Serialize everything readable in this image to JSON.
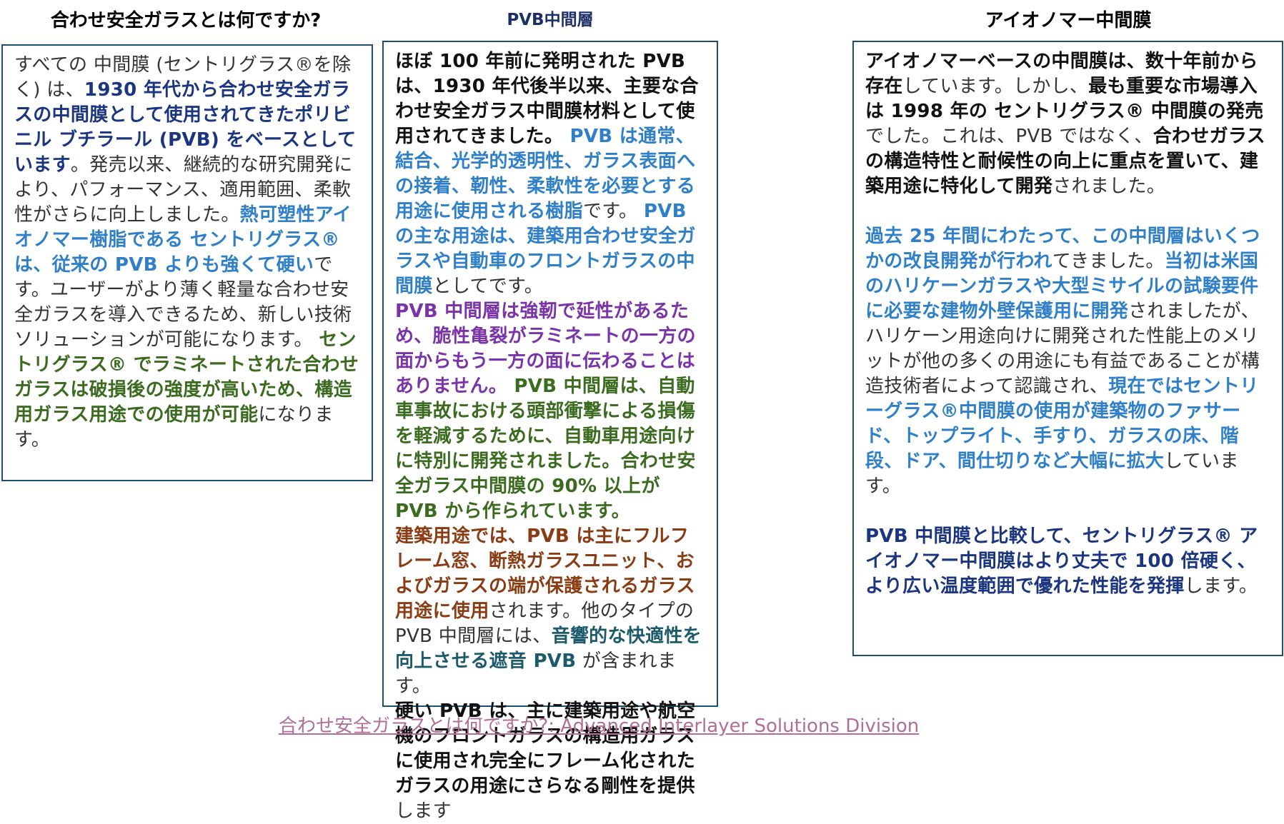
{
  "columns": [
    {
      "title": "合わせ安全ガラスとは何ですか?",
      "segments": [
        {
          "t": "すべての 中間膜 (セントリグラス®を除く) は、",
          "s": "plain"
        },
        {
          "t": "1930 年代から合わせ安全ガラスの中間膜として使用されてきたポリビニル ブチラール (PVB) をベースとしています",
          "s": "navy"
        },
        {
          "t": "。発売以来、継続的な研究開発により、パフォーマンス、適用範囲、柔軟性がさらに向上しました。",
          "s": "plain"
        },
        {
          "t": "熱可塑性アイオノマー樹脂である セントリグラス® は、従来の PVB よりも強くて硬い",
          "s": "blue"
        },
        {
          "t": "です。ユーザーがより薄く軽量な合わせ安全ガラスを導入できるため、新しい技術ソリューションが可能になります。 ",
          "s": "plain"
        },
        {
          "t": "セントリグラス® でラミネートされた合わせガラスは破損後の強度が高いため、構造用ガラス用途での使用が可能",
          "s": "green"
        },
        {
          "t": "になります。",
          "s": "plain"
        }
      ]
    },
    {
      "title": "PVB中間層",
      "paragraphs": [
        [
          {
            "t": "ほぼ 100 年前に発明された PVB は、1930 年代後半以来、主要な合わせ安全ガラス中間膜材料として使用されてきました。 ",
            "s": "blk"
          },
          {
            "t": "PVB は通常、結合、光学的透明性、ガラス表面への接着、靭性、柔軟性を必要とする用途に使用される樹脂",
            "s": "blue"
          },
          {
            "t": "です。 ",
            "s": "plain"
          },
          {
            "t": "PVB の主な用途は、建築用合わせ安全ガラスや自動車のフロントガラスの中間膜",
            "s": "blue"
          },
          {
            "t": "としてです。",
            "s": "plain"
          }
        ],
        [
          {
            "t": "PVB 中間層は強靭で延性があるため、脆性亀裂がラミネートの一方の面からもう一方の面に伝わることはありません。 ",
            "s": "purple"
          },
          {
            "t": "PVB 中間層は、自動車事故における頭部衝撃による損傷を軽減するために、自動車用途向けに特別に開発されました。合わせ安全ガラス中間膜の 90% 以上が PVB から作られています。",
            "s": "green"
          }
        ],
        [
          {
            "t": "建築用途では、PVB は主にフルフレーム窓、断熱ガラスユニット、およびガラスの端が保護されるガラス用途に使用",
            "s": "brown"
          },
          {
            "t": "されます。他のタイプの PVB 中間層には、",
            "s": "plain"
          },
          {
            "t": "音響的な快適性を向上させる遮音 PVB",
            "s": "teal"
          },
          {
            "t": " が含まれます。",
            "s": "plain"
          }
        ],
        [
          {
            "t": "硬い PVB は、主に建築用途や航空機のフロントガラスの構造用ガラスに使用され完全にフレーム化されたガラスの用途にさらなる剛性を提供",
            "s": "blk"
          },
          {
            "t": "します",
            "s": "plain"
          }
        ]
      ]
    },
    {
      "title": "アイオノマー中間膜",
      "paragraphs": [
        [
          {
            "t": "アイオノマーベースの中間膜は、数十年前から存在",
            "s": "blk"
          },
          {
            "t": "しています。しかし、",
            "s": "plain"
          },
          {
            "t": "最も重要な市場導入は 1998 年の セントリグラス® 中間膜の発売",
            "s": "blk"
          },
          {
            "t": "でした。これは、PVB ではなく、",
            "s": "plain"
          },
          {
            "t": "合わせガラスの構造特性と耐候性の向上に重点を置いて、建築用途に特化して開発",
            "s": "blk"
          },
          {
            "t": "されました。",
            "s": "plain"
          }
        ],
        [
          {
            "t": "過去 25 年間にわたって、この中間層はいくつかの改良開発が行われ",
            "s": "blue"
          },
          {
            "t": "てきました。",
            "s": "plain"
          },
          {
            "t": "当初は米国のハリケーンガラスや大型ミサイルの試験要件に必要な建物外壁保護用に開発",
            "s": "blue"
          },
          {
            "t": "されましたが、ハリケーン用途向けに開発された性能上のメリットが他の多くの用途にも有益であることが構造技術者によって認識され、",
            "s": "plain"
          },
          {
            "t": "現在ではセントリーグラス®中間膜の使用が建築物のファサード、トップライト、手すり、ガラスの床、階段、ドア、間仕切りなど大幅に拡大",
            "s": "blue"
          },
          {
            "t": "しています。",
            "s": "plain"
          }
        ],
        [
          {
            "t": "PVB 中間膜と比較して、セントリグラス® アイオノマー中間膜はより丈夫で 100 倍硬く、より広い温度範囲で優れた性能を発揮",
            "s": "navy"
          },
          {
            "t": "します。",
            "s": "plain"
          }
        ]
      ]
    }
  ],
  "footer_link": "合わせ安全ガラスとは何ですか?: Advanced Interlayer Solutions Division",
  "colors": {
    "border": "#1d4e6b",
    "navy": "#1b3580",
    "blue": "#2f80c8",
    "green": "#3b6b1f",
    "purple": "#7a33a8",
    "brown": "#8a3d14",
    "teal": "#1c5a6c",
    "link": "#b06f93"
  }
}
